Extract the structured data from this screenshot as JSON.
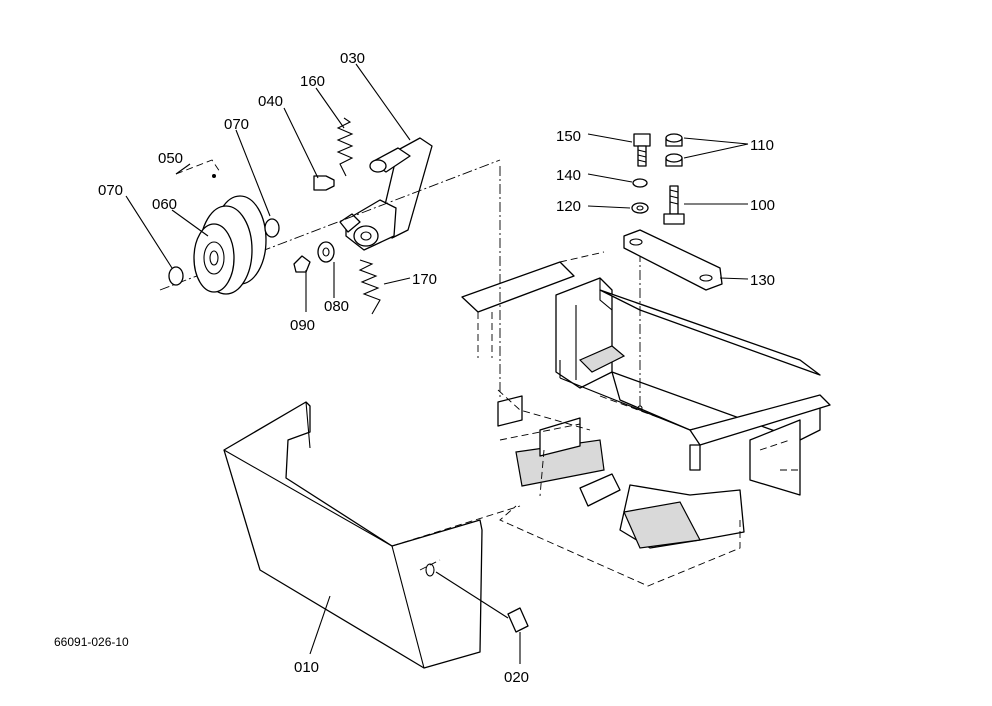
{
  "diagram": {
    "reference_code": "66091-026-10",
    "callouts": {
      "c010": "010",
      "c020": "020",
      "c030": "030",
      "c040": "040",
      "c050": "050",
      "c060": "060",
      "c070a": "070",
      "c070b": "070",
      "c080": "080",
      "c090": "090",
      "c100": "100",
      "c110": "110",
      "c120": "120",
      "c130": "130",
      "c140": "140",
      "c150": "150",
      "c160": "160",
      "c170": "170"
    },
    "colors": {
      "line": "#000000",
      "background": "#ffffff",
      "shade": "#d9d9d9"
    }
  }
}
